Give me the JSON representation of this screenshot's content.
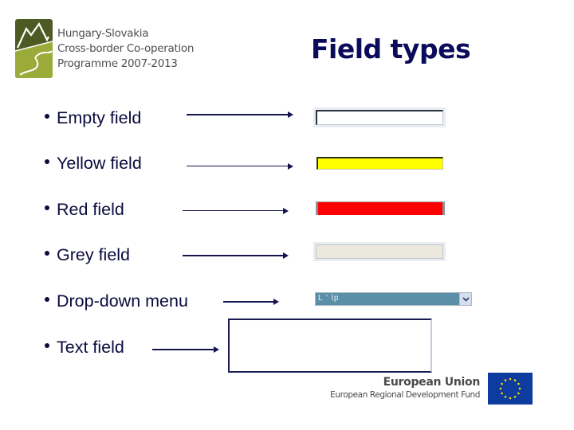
{
  "logo": {
    "lines": [
      "Hungary-Slovakia",
      "Cross-border Co-operation",
      "Programme 2007-2013"
    ],
    "colors": {
      "dark_green": "#4d5a23",
      "light_green": "#9aab3a"
    }
  },
  "title": "Field types",
  "bullets": [
    {
      "label": "Empty field"
    },
    {
      "label": "Yellow field"
    },
    {
      "label": "Red field"
    },
    {
      "label": "Grey field"
    },
    {
      "label": "Drop-down menu"
    },
    {
      "label": "Text field"
    }
  ],
  "fields": {
    "empty": {
      "value": "",
      "color": "#ffffff"
    },
    "yellow": {
      "value": "",
      "color": "#ffff00"
    },
    "red": {
      "value": "",
      "color": "#ff0000"
    },
    "grey": {
      "value": "",
      "color": "#ebe9de"
    },
    "dropdown": {
      "selected": "L ' lp",
      "color": "#5b8fa8",
      "icon": "chevron-down-icon"
    },
    "text": {
      "value": ""
    }
  },
  "footer": {
    "eu_title": "European Union",
    "eu_subtitle": "European Regional Development Fund",
    "flag_icon": "eu-flag-icon",
    "flag_color": "#0d3b9e",
    "star_color": "#ffdd00"
  }
}
